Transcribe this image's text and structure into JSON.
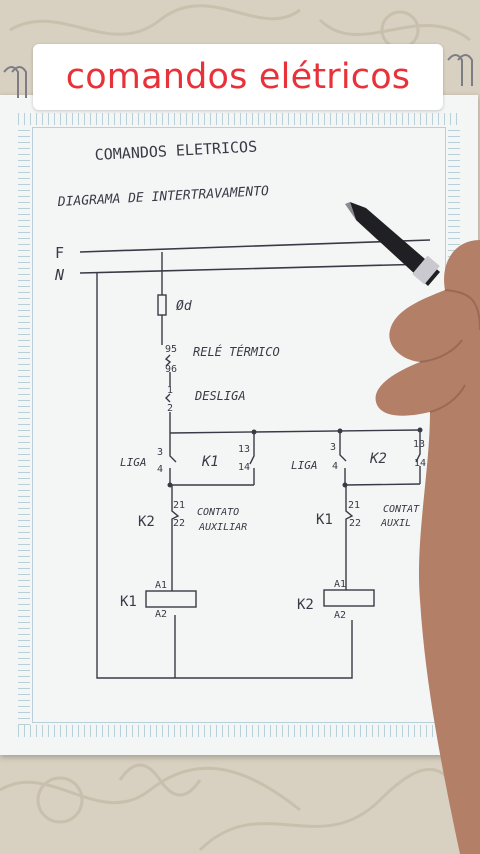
{
  "caption": "comandos elétricos",
  "handwriting": {
    "title": "COMANDOS  ELETRICOS",
    "subtitle": "DIAGRAMA   DE   INTERTRAVAMENTO",
    "line_f": "F",
    "line_n": "N",
    "fuse": "Ød",
    "thermal_top": "95",
    "thermal_bottom": "96",
    "thermal_label": "RELÉ TÉRMICO",
    "stop_top": "1",
    "stop_bottom": "2",
    "stop_label": "DESLIGA",
    "left_start_label": "LIGA",
    "left_start_top": "3",
    "left_start_bottom": "4",
    "left_hold_label": "K1",
    "left_hold_top": "13",
    "left_hold_bottom": "14",
    "left_interlock_label": "K2",
    "left_interlock_top": "21",
    "left_interlock_bottom": "22",
    "left_aux_line1": "CONTATO",
    "left_aux_line2": "AUXILIAR",
    "left_coil_label": "K1",
    "left_coil_a1": "A1",
    "left_coil_a2": "A2",
    "right_start_label": "LIGA",
    "right_start_top": "3",
    "right_start_bottom": "4",
    "right_hold_label": "K2",
    "right_hold_top": "13",
    "right_hold_bottom": "14",
    "right_interlock_label": "K1",
    "right_interlock_top": "21",
    "right_interlock_bottom": "22",
    "right_aux_line1": "CONTAT",
    "right_aux_line2": "AUXIL",
    "right_coil_label": "K2",
    "right_coil_a1": "A1",
    "right_coil_a2": "A2"
  },
  "colors": {
    "caption_text": "#e8323a",
    "ink": "#3a3a46",
    "paper": "#f4f6f6",
    "ruler": "#8fb6c4"
  }
}
